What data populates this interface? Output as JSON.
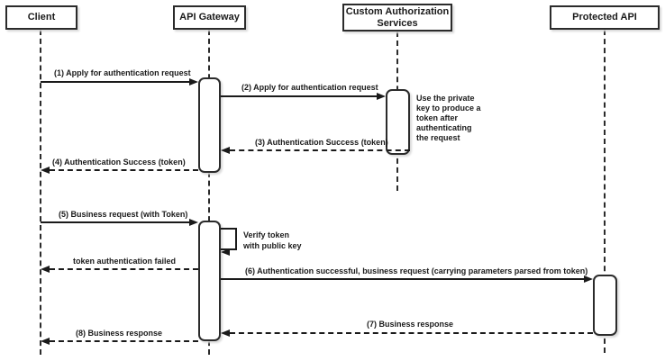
{
  "colors": {
    "ink": "#1a1a1a",
    "background": "#ffffff"
  },
  "actors": [
    {
      "label": "Client"
    },
    {
      "label": "API Gateway"
    },
    {
      "label": "Custom Authorization\nServices"
    },
    {
      "label": "Protected API"
    }
  ],
  "messages": [
    {
      "label": "(1) Apply for authentication request",
      "from": "Client",
      "to": "API Gateway",
      "style": "solid"
    },
    {
      "label": "(2) Apply for authentication request",
      "from": "API Gateway",
      "to": "Custom Authorization Services",
      "style": "solid"
    },
    {
      "label": "(3) Authentication Success (token)",
      "from": "Custom Authorization Services",
      "to": "API Gateway",
      "style": "dashed"
    },
    {
      "label": "(4) Authentication Success (token)",
      "from": "API Gateway",
      "to": "Client",
      "style": "dashed"
    },
    {
      "label": "(5) Business request (with Token)",
      "from": "Client",
      "to": "API Gateway",
      "style": "solid"
    },
    {
      "label": "Verify token\nwith public key",
      "from": "API Gateway",
      "to": "API Gateway",
      "style": "self"
    },
    {
      "label": "token authentication failed",
      "from": "API Gateway",
      "to": "Client",
      "style": "dashed"
    },
    {
      "label": "(6) Authentication successful, business request (carrying parameters parsed from token)",
      "from": "API Gateway",
      "to": "Protected API",
      "style": "solid"
    },
    {
      "label": "(7) Business response",
      "from": "Protected API",
      "to": "API Gateway",
      "style": "dashed"
    },
    {
      "label": "(8) Business response",
      "from": "API Gateway",
      "to": "Client",
      "style": "dashed"
    }
  ],
  "note": {
    "text": "Use the private\nkey to produce a\ntoken after\nauthenticating\nthe request"
  }
}
